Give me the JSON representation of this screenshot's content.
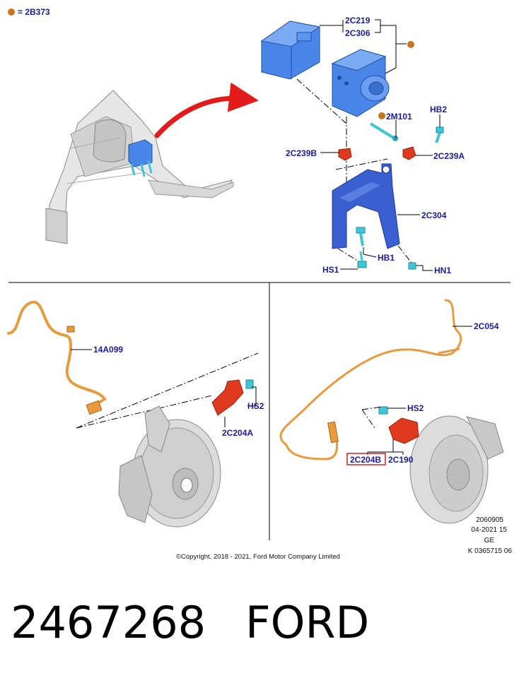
{
  "legend": {
    "marker_color": "#c8741e",
    "text": "= 2B373"
  },
  "labels": {
    "c2c219": "2C219",
    "c2c306": "2C306",
    "c2m101": "2M101",
    "hb2": "HB2",
    "c2c239b": "2C239B",
    "c2c239a": "2C239A",
    "c2c304": "2C304",
    "hb1": "HB1",
    "hs1": "HS1",
    "hn1": "HN1",
    "c14a099": "14A099",
    "hs2_left": "HS2",
    "c2c204a": "2C204A",
    "c2c054": "2C054",
    "hs2_right": "HS2",
    "c2c204b": "2C204B",
    "c2c190": "2C190"
  },
  "ref_block": [
    "2060905",
    "04-2021 15",
    "GE",
    "K 0365715 06"
  ],
  "copyright": "©Copyright, 2018 - 2021, Ford Motor Company Limited",
  "part_number": "2467268",
  "brand": "FORD",
  "colors": {
    "label_blue": "#1a1aa6",
    "module_blue": "#4a86e8",
    "bracket_blue": "#3a5fd0",
    "part_red": "#e03a1e",
    "fastener_cyan": "#3ec6d6",
    "harness_orange": "#e89a3c",
    "arrow_red": "#e31b1b",
    "highlight_box": "#d42020"
  },
  "icons": {
    "legend_marker": "orange-dot-icon",
    "direction_arrow": "red-curved-arrow-icon"
  }
}
